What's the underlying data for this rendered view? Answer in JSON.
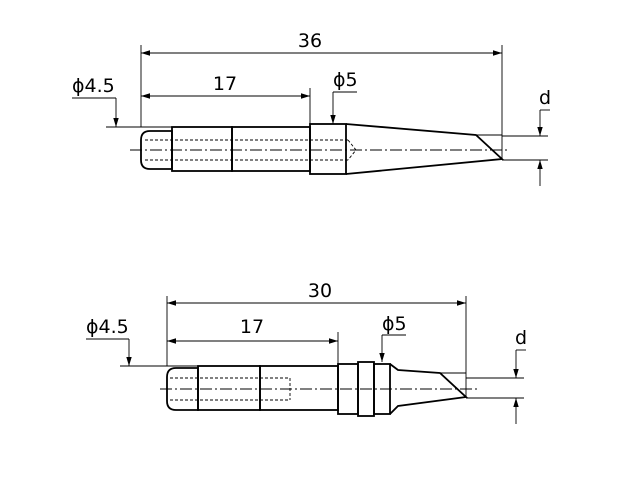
{
  "tips": [
    {
      "id": "top",
      "total_length": "36",
      "shank_length": "17",
      "shank_diameter": "ϕ4.5",
      "collar_diameter": "ϕ5",
      "tip_size": "d"
    },
    {
      "id": "bottom",
      "total_length": "30",
      "shank_length": "17",
      "shank_diameter": "ϕ4.5",
      "collar_diameter": "ϕ5",
      "tip_size": "d"
    }
  ]
}
